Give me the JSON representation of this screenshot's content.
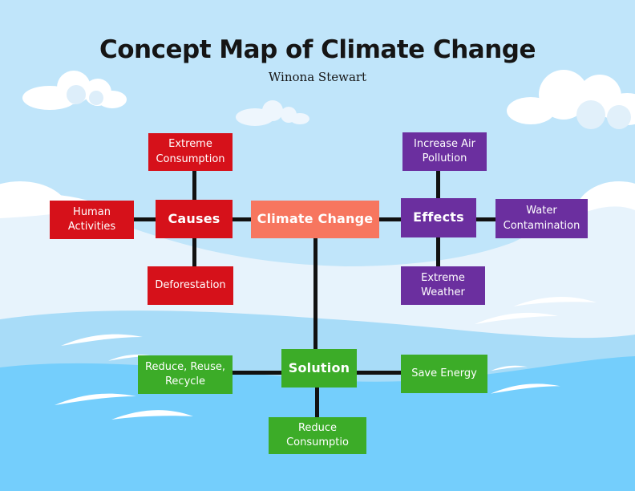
{
  "header": {
    "title": "Concept Map of Climate Change",
    "author": "Winona Stewart"
  },
  "nodes": {
    "climate_change": "Climate Change",
    "causes": "Causes",
    "effects": "Effects",
    "solution": "Solution",
    "extreme_consumption": "Extreme Consumption",
    "human_activities": "Human Activities",
    "deforestation": "Deforestation",
    "increase_air_pollution": "Increase Air Pollution",
    "water_contamination": "Water Contamination",
    "extreme_weather": "Extreme Weather",
    "reduce_reuse_recycle": "Reduce, Reuse, Recycle",
    "save_energy": "Save Energy",
    "reduce_consumption": "Reduce Consumptio"
  },
  "palette": {
    "causes_red": "#d6111a",
    "effects_purple": "#6b2f9f",
    "solution_green": "#3cac28",
    "climate_salmon": "#f7765f",
    "connector_black": "#111111",
    "sky_blue": "#c0e5fa",
    "cloud_band_blue": "#e7f3fc",
    "water_mid_blue": "#a8dcf8",
    "water_deep_blue": "#74cefc",
    "title_black": "#151515"
  }
}
